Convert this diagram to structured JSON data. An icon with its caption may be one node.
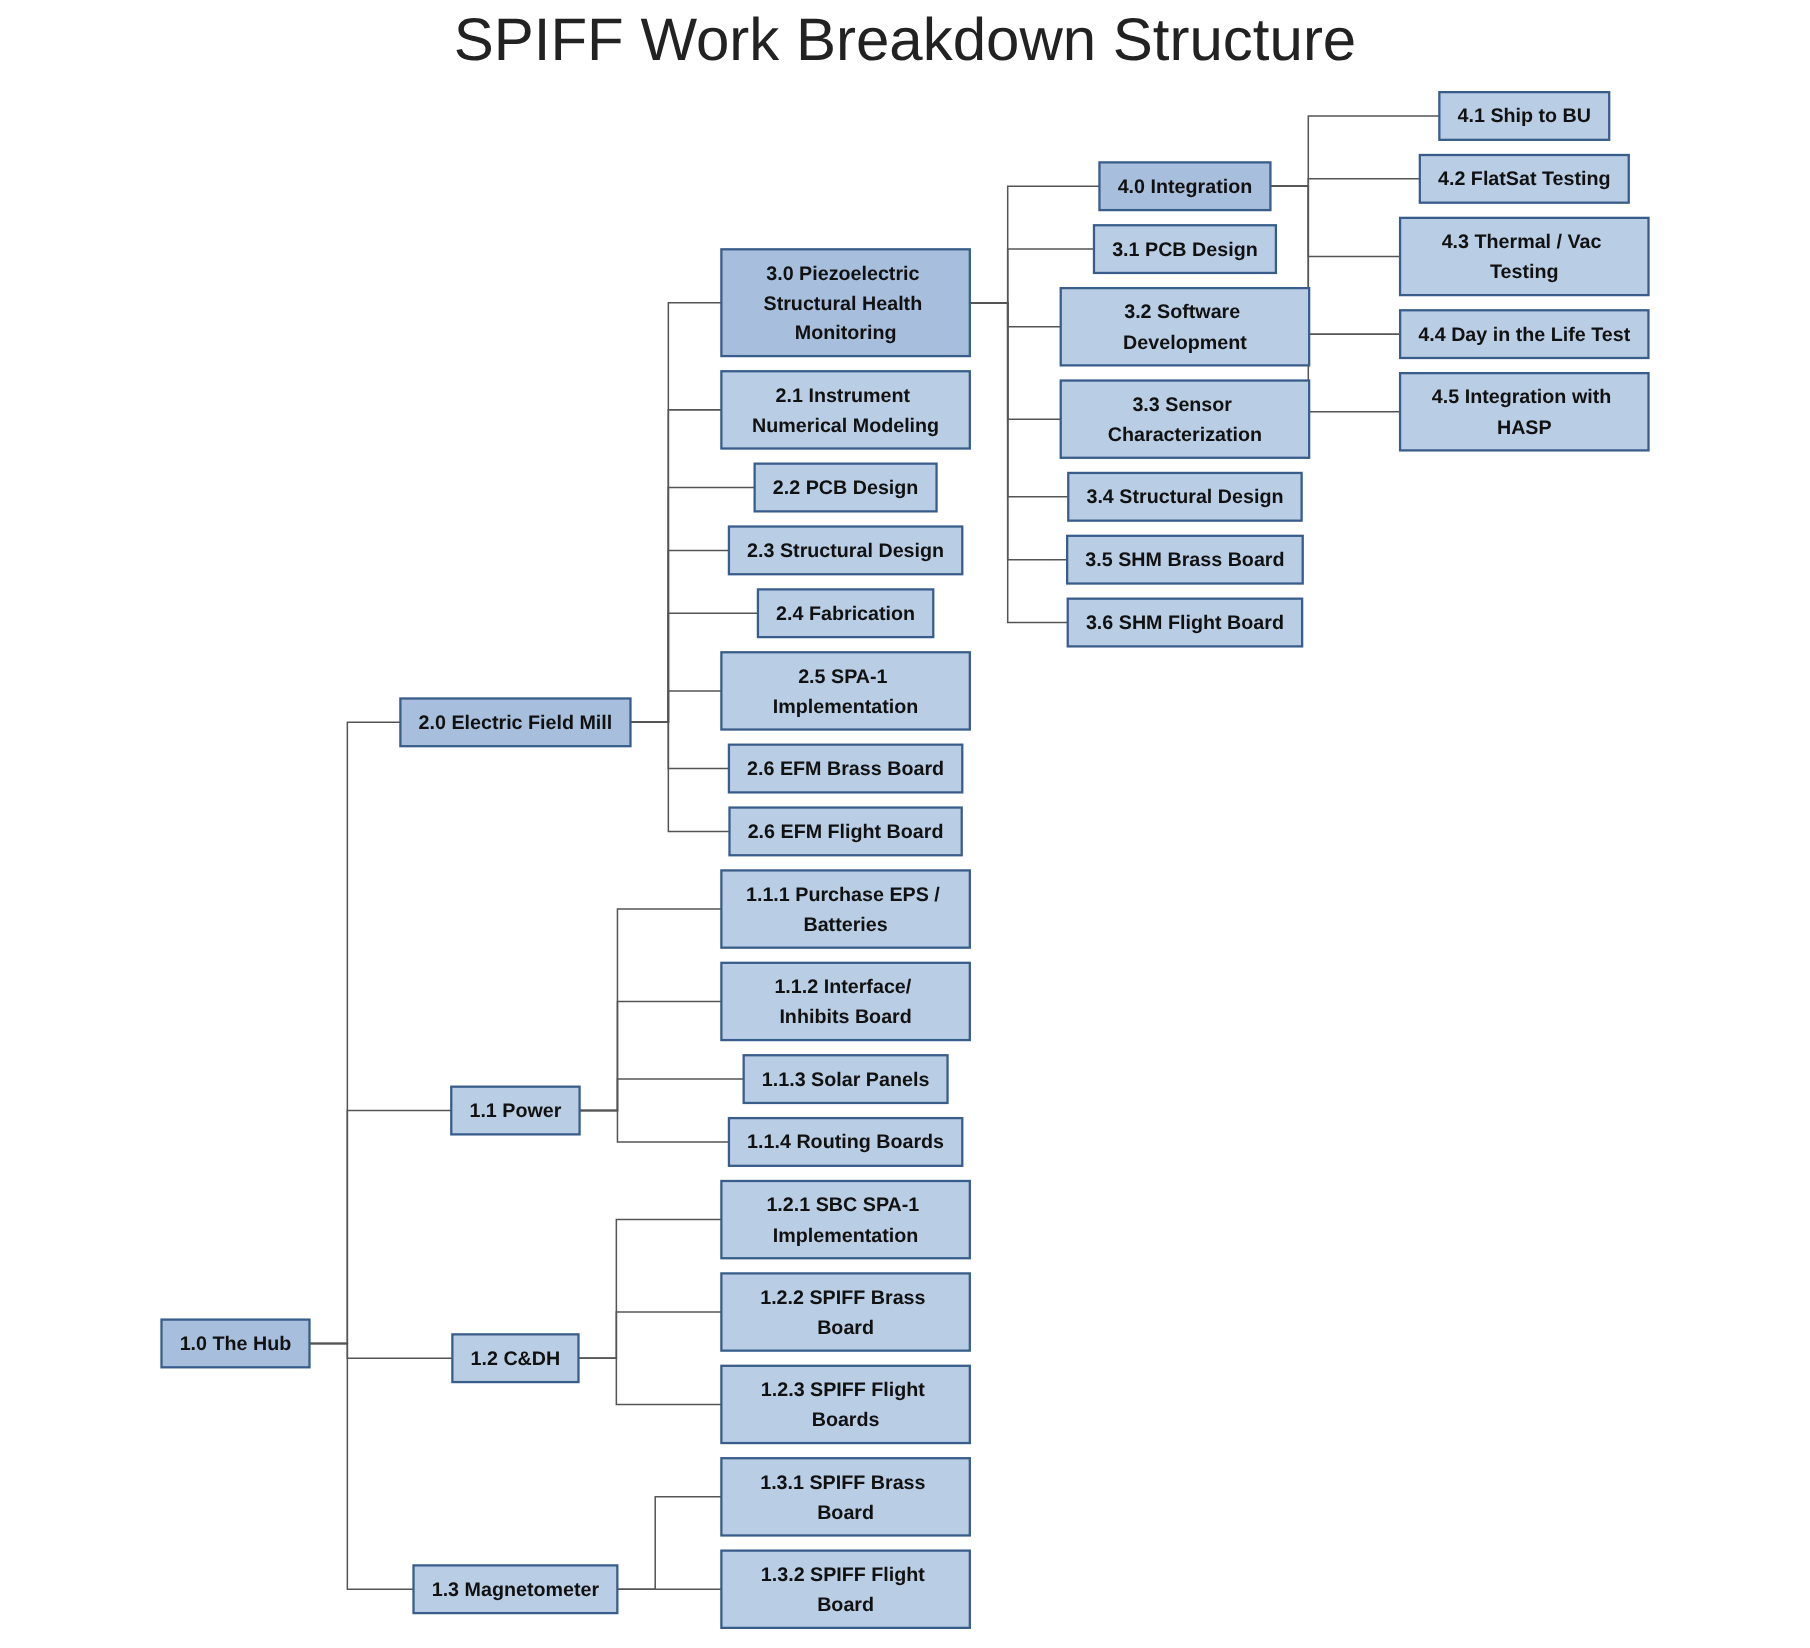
{
  "diagram": {
    "title": "SPIFF Work Breakdown Structure",
    "nodes": [
      {
        "text": [
          "1.0 The Hub"
        ]
      },
      {
        "text": [
          "2.0 Electric Field Mill"
        ]
      },
      {
        "text": [
          "3.0 Piezoelectric Structural Health Monitoring"
        ]
      },
      {
        "text": [
          "4.0 Integration"
        ]
      },
      {
        "text": [
          "1.1 Power"
        ]
      },
      {
        "text": [
          "1.1.1 Purchase EPS / Batteries"
        ]
      },
      {
        "text": [
          "1.1.2 Interface/ Inhibits Board"
        ]
      },
      {
        "text": [
          "1.1.3 Solar Panels"
        ]
      },
      {
        "text": [
          "1.1.4 Routing Boards"
        ]
      },
      {
        "text": [
          "1.2 C&DH"
        ]
      },
      {
        "text": [
          "1.2.1 SBC SPA-1 Implementation"
        ]
      },
      {
        "text": [
          "1.2.2 SPIFF Brass Board"
        ]
      },
      {
        "text": [
          "1.2.3 SPIFF Flight Boards"
        ]
      },
      {
        "text": [
          "1.3 Magnetometer"
        ]
      },
      {
        "text": [
          "1.3.1 SPIFF Brass Board"
        ]
      },
      {
        "text": [
          "1.3.2 SPIFF Flight Board"
        ]
      },
      {
        "text": [
          "2.1 Instrument Numerical Modeling"
        ]
      },
      {
        "text": [
          "2.2 PCB Design"
        ]
      },
      {
        "text": [
          "2.3 Structural Design"
        ]
      },
      {
        "text": [
          "2.4 Fabrication"
        ]
      },
      {
        "text": [
          "2.5 SPA-1 Implementation"
        ]
      },
      {
        "text": [
          "2.6 EFM Brass Board"
        ]
      },
      {
        "text": [
          "2.6 EFM Flight Board"
        ]
      },
      {
        "text": [
          "3.1 PCB Design"
        ]
      },
      {
        "text": [
          "3.2 Software Development"
        ]
      },
      {
        "text": [
          "3.3 Sensor Characterization"
        ]
      },
      {
        "text": [
          "3.4 Structural Design"
        ]
      },
      {
        "text": [
          "3.5 SHM Brass Board"
        ]
      },
      {
        "text": [
          "3.6 SHM Flight Board"
        ]
      },
      {
        "text": [
          "4.1 Ship to BU"
        ]
      },
      {
        "text": [
          "4.2 FlatSat Testing"
        ]
      },
      {
        "text": [
          "4.3 Thermal / Vac Testing"
        ]
      },
      {
        "text": [
          "4.4 Day in the Life Test"
        ]
      },
      {
        "text": [
          "4.5 Integration with HASP"
        ]
      }
    ],
    "edges": [
      {
        "from": 0,
        "to": 1,
        "arrow": "none"
      },
      {
        "from": 1,
        "to": 2,
        "arrow": "none"
      },
      {
        "from": 2,
        "to": 3,
        "arrow": "none"
      },
      {
        "from": 0,
        "to": 4,
        "arrow": "none"
      },
      {
        "from": 4,
        "to": 5,
        "arrow": "none"
      },
      {
        "from": 4,
        "to": 6,
        "arrow": "none"
      },
      {
        "from": 4,
        "to": 7,
        "arrow": "none"
      },
      {
        "from": 4,
        "to": 8,
        "arrow": "none"
      },
      {
        "from": 0,
        "to": 9,
        "arrow": "none"
      },
      {
        "from": 9,
        "to": 10,
        "arrow": "none"
      },
      {
        "from": 9,
        "to": 11,
        "arrow": "none"
      },
      {
        "from": 9,
        "to": 12,
        "arrow": "none"
      },
      {
        "from": 0,
        "to": 13,
        "arrow": "none"
      },
      {
        "from": 13,
        "to": 14,
        "arrow": "none"
      },
      {
        "from": 13,
        "to": 15,
        "arrow": "none"
      },
      {
        "from": 1,
        "to": 16,
        "arrow": "none"
      },
      {
        "from": 1,
        "to": 17,
        "arrow": "none"
      },
      {
        "from": 1,
        "to": 18,
        "arrow": "none"
      },
      {
        "from": 1,
        "to": 19,
        "arrow": "none"
      },
      {
        "from": 1,
        "to": 20,
        "arrow": "none"
      },
      {
        "from": 1,
        "to": 21,
        "arrow": "none"
      },
      {
        "from": 1,
        "to": 22,
        "arrow": "none"
      },
      {
        "from": 2,
        "to": 23,
        "arrow": "none"
      },
      {
        "from": 2,
        "to": 24,
        "arrow": "none"
      },
      {
        "from": 2,
        "to": 25,
        "arrow": "none"
      },
      {
        "from": 2,
        "to": 26,
        "arrow": "none"
      },
      {
        "from": 2,
        "to": 27,
        "arrow": "none"
      },
      {
        "from": 2,
        "to": 28,
        "arrow": "none"
      },
      {
        "from": 3,
        "to": 29,
        "arrow": "none"
      },
      {
        "from": 3,
        "to": 30,
        "arrow": "none"
      },
      {
        "from": 3,
        "to": 31,
        "arrow": "none"
      },
      {
        "from": 3,
        "to": 32,
        "arrow": "none"
      },
      {
        "from": 3,
        "to": 33,
        "arrow": "none"
      }
    ]
  }
}
